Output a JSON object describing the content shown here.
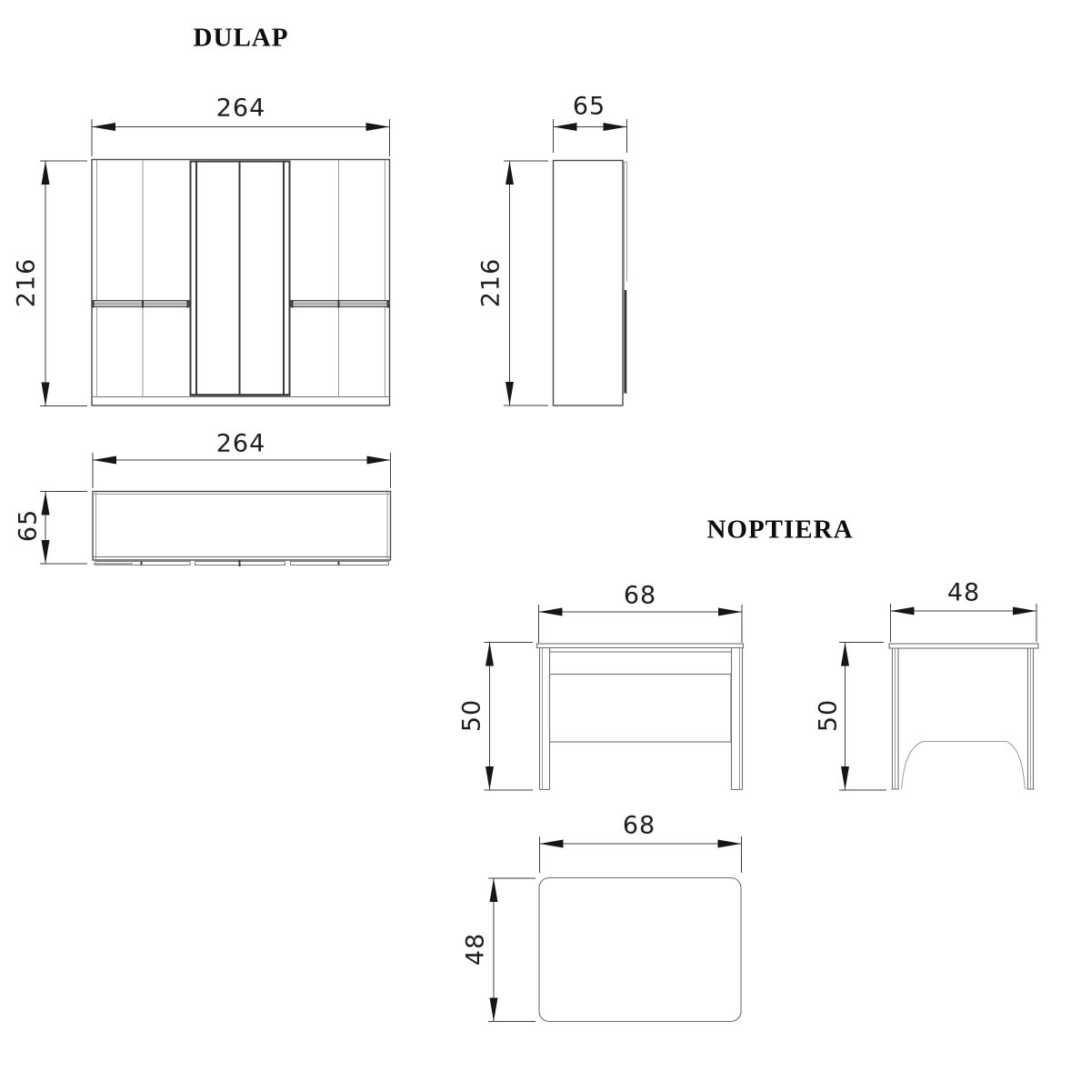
{
  "colors": {
    "background": "#ffffff",
    "object_line": "#4a4a4a",
    "thin_line": "#9a9a9a",
    "dimension_line": "#3f3f3f",
    "text": "#1e1e1e",
    "title_text": "#0d0d0d"
  },
  "dulap": {
    "title": "DULAP",
    "front_view": {
      "width_dim": "264",
      "height_dim": "216"
    },
    "side_view": {
      "width_dim": "65",
      "height_dim": "216"
    },
    "top_view": {
      "width_dim": "264",
      "depth_dim": "65"
    }
  },
  "noptiera": {
    "title": "NOPTIERA",
    "front_view": {
      "width_dim": "68",
      "height_dim": "50"
    },
    "side_view": {
      "width_dim": "48",
      "height_dim": "50"
    },
    "top_view": {
      "width_dim": "68",
      "depth_dim": "48"
    }
  }
}
